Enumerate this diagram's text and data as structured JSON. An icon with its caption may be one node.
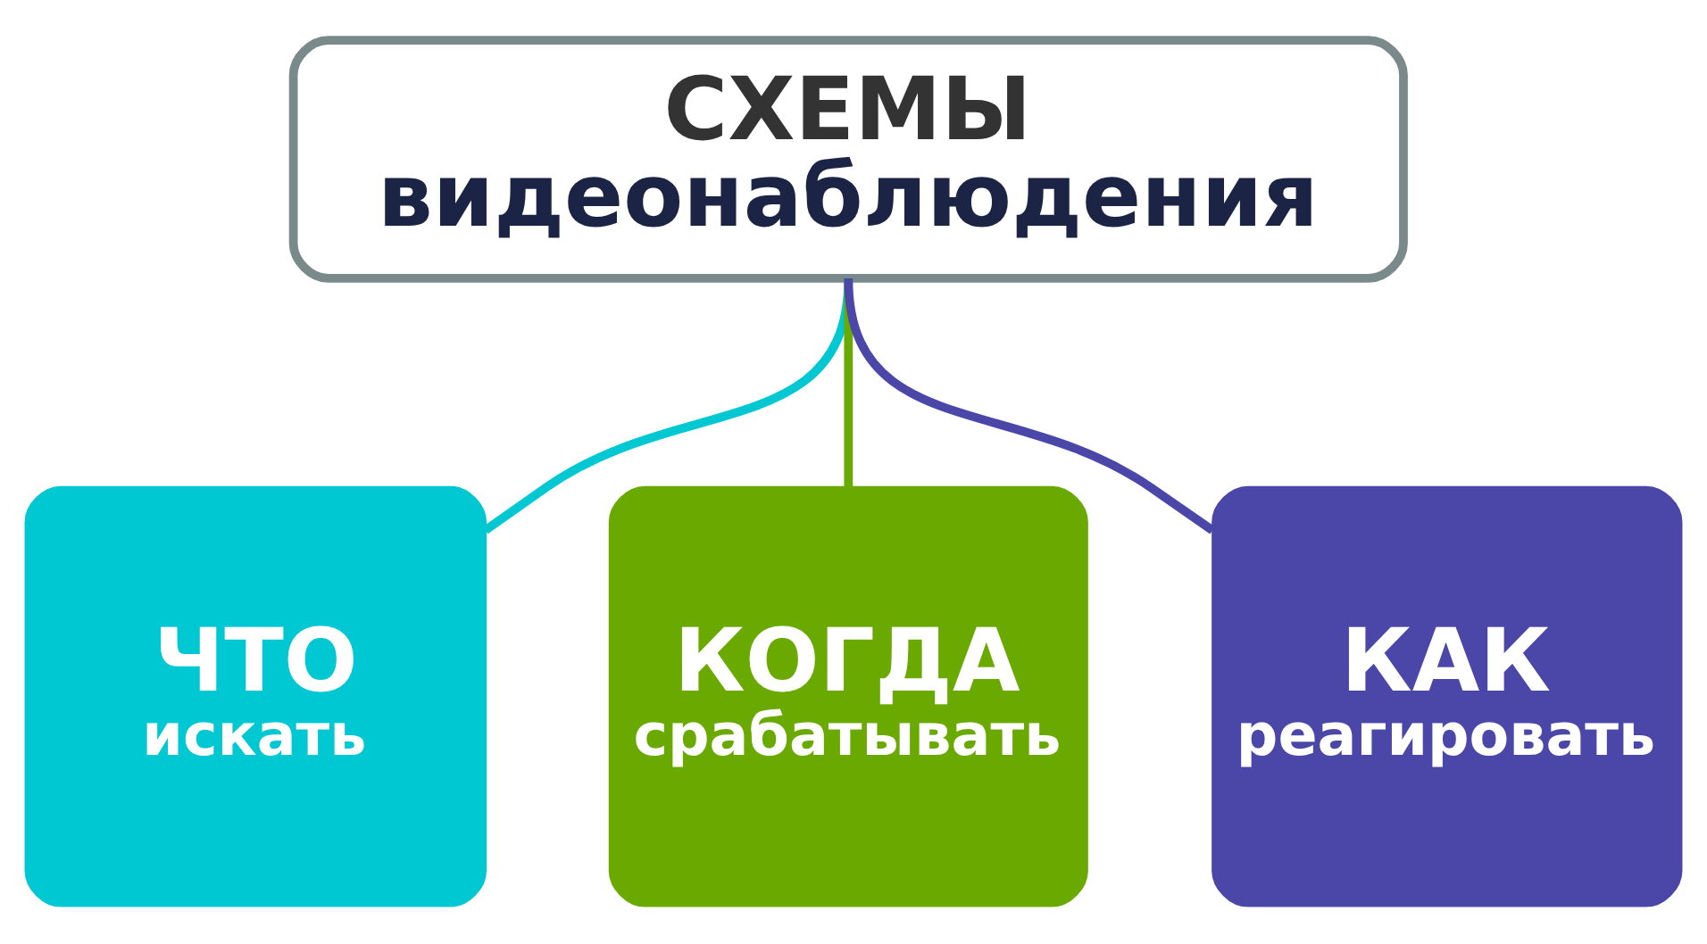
{
  "diagram": {
    "nodes": [
      {
        "text": [
          "СХЕМЫ",
          "видеонаблюдения"
        ]
      },
      {
        "text": [
          "ЧТО",
          "искать"
        ]
      },
      {
        "text": [
          "КОГДА",
          "срабатывать"
        ]
      },
      {
        "text": [
          "КАК",
          "реагировать"
        ]
      }
    ],
    "edges": [
      {
        "from": 0,
        "to": 1,
        "arrow": "none",
        "color": "#00c8d2"
      },
      {
        "from": 0,
        "to": 2,
        "arrow": "none",
        "color": "#6aaa00"
      },
      {
        "from": 0,
        "to": 3,
        "arrow": "none",
        "color": "#4a47a8"
      }
    ]
  }
}
